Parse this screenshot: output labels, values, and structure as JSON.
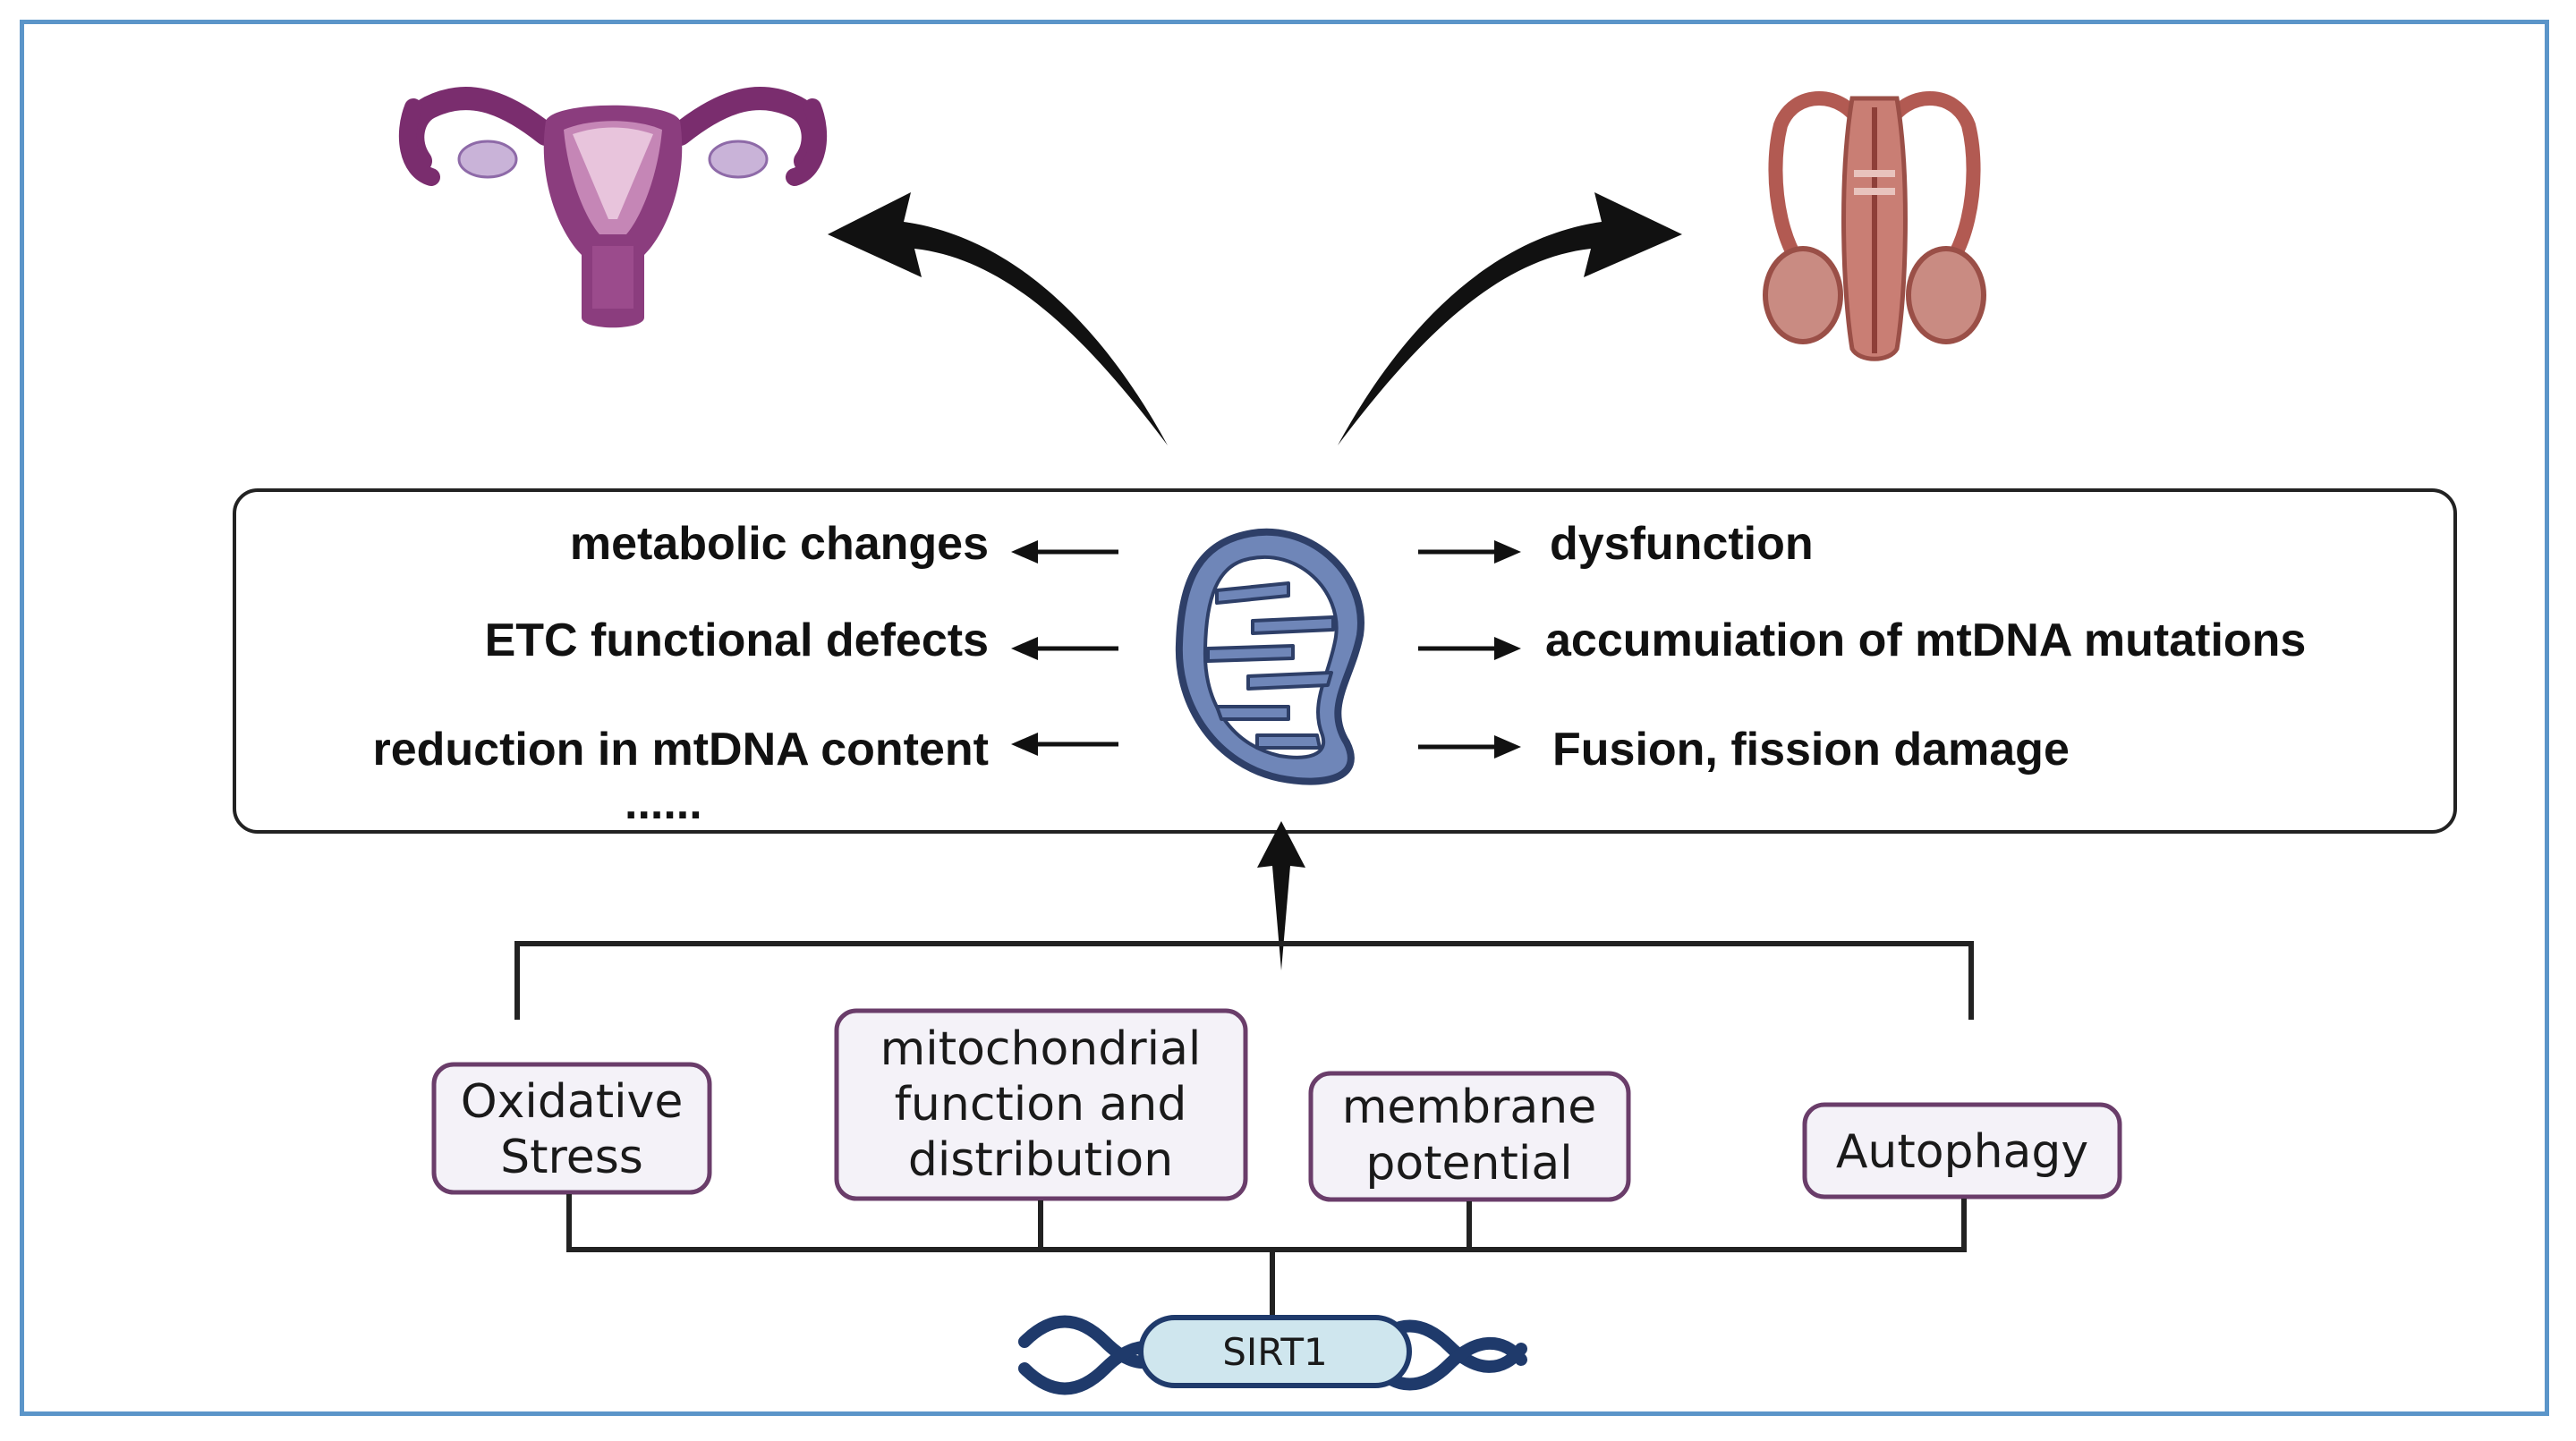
{
  "left_effects": [
    "metabolic changes",
    "ETC functional defects",
    "reduction in mtDNA content"
  ],
  "left_ellipsis": "......",
  "right_effects": [
    "dysfunction",
    "accumuiation of mtDNA mutations",
    "Fusion, fission damage"
  ],
  "pathways": [
    {
      "lines": [
        "Oxidative",
        "Stress"
      ]
    },
    {
      "lines": [
        "mitochondrial",
        "function and",
        "distribution"
      ]
    },
    {
      "lines": [
        "membrane",
        "potential"
      ]
    },
    {
      "lines": [
        "Autophagy"
      ]
    }
  ],
  "gene": "SIRT1",
  "icons": {
    "female": "female-reproductive-system-icon",
    "male": "male-reproductive-system-icon",
    "organelle": "mitochondrion-icon",
    "dna": "dna-helix-icon"
  },
  "colors": {
    "frame": "#5b95c9",
    "box_border": "#6a3d6a",
    "box_fill": "#f4f2f8",
    "mito_fill": "#6f86b8",
    "sirt_fill": "#cfe6ee",
    "dna": "#1f3a6b",
    "uterus": "#8b3d7e",
    "male": "#b8685e"
  }
}
